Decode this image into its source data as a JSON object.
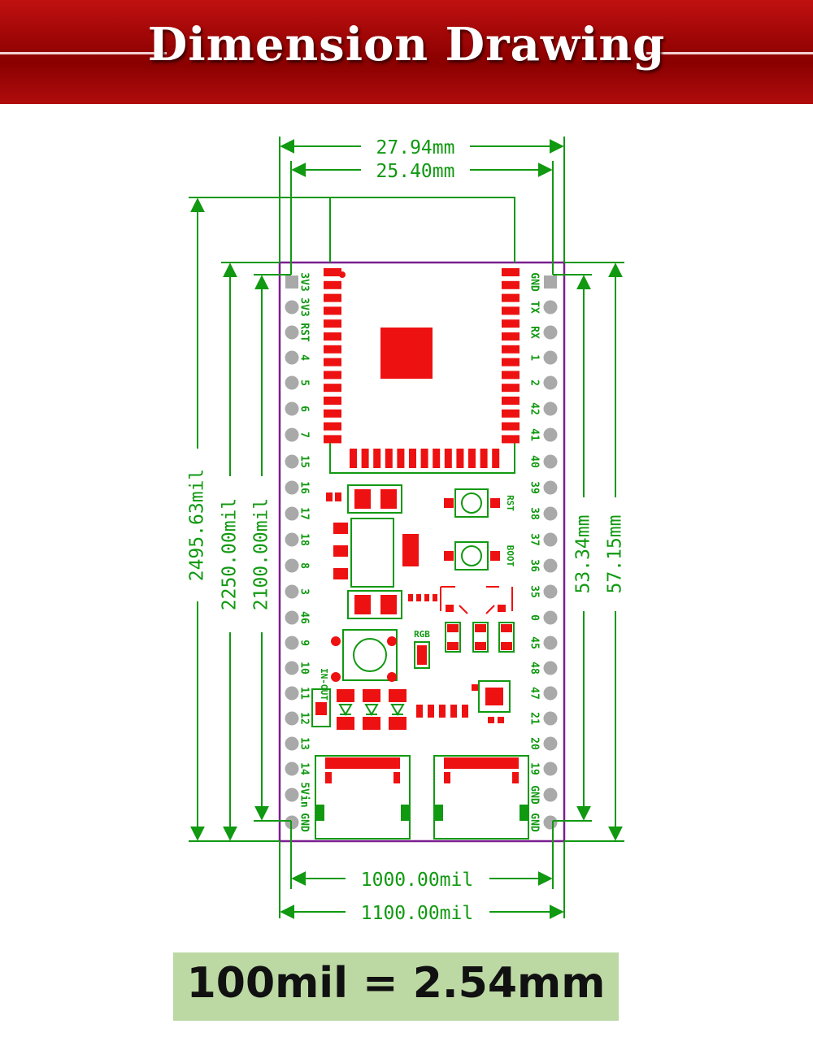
{
  "title": "Dimension Drawing",
  "note": "100mil = 2.54mm",
  "dimensions": {
    "top_outer": "27.94mm",
    "top_inner": "25.40mm",
    "left_outer": "2495.63mil",
    "left_mid": "2250.00mil",
    "left_inner": "2100.00mil",
    "right_inner": "53.34mm",
    "right_outer": "57.15mm",
    "bottom_inner": "1000.00mil",
    "bottom_outer": "1100.00mil"
  },
  "pins_left": [
    "3V3",
    "3V3",
    "RST",
    "4",
    "5",
    "6",
    "7",
    "15",
    "16",
    "17",
    "18",
    "8",
    "3",
    "46",
    "9",
    "10",
    "11",
    "12",
    "13",
    "14",
    "5Vin",
    "GND"
  ],
  "pins_right": [
    "GND",
    "TX",
    "RX",
    "1",
    "2",
    "42",
    "41",
    "40",
    "39",
    "38",
    "37",
    "36",
    "35",
    "0",
    "45",
    "48",
    "47",
    "21",
    "20",
    "19",
    "GND",
    "GND"
  ],
  "silkscreen": {
    "rst": "RST",
    "boot": "BOOT",
    "rgb": "RGB",
    "in_out": "IN-OUT"
  },
  "colors": {
    "header": "#a00000",
    "dimension": "#119911",
    "pad": "#ee1111",
    "outline": "#7a1f8f",
    "note_bg": "#bcd9a4"
  }
}
